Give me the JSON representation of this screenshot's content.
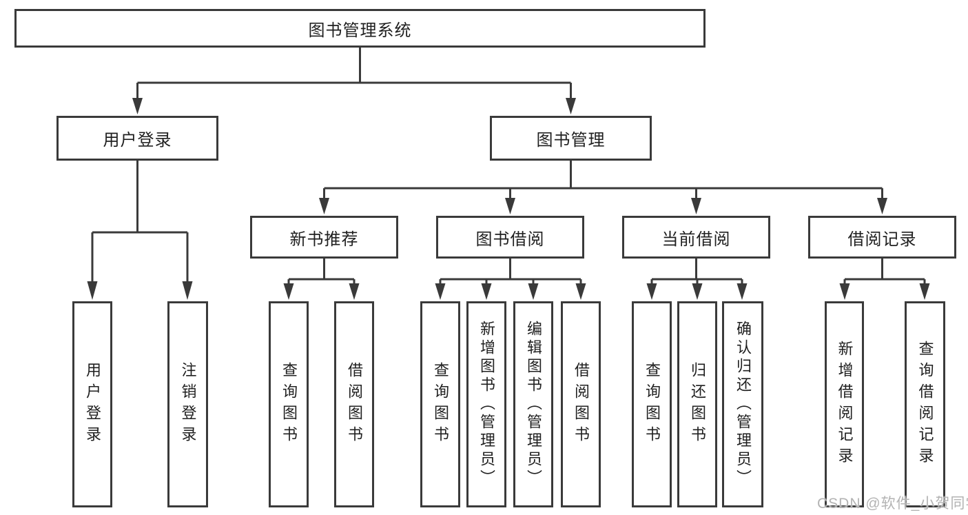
{
  "diagram": {
    "root": {
      "label": "图书管理系统"
    },
    "level2": [
      {
        "id": "user-login",
        "label": "用户登录"
      },
      {
        "id": "book-management",
        "label": "图书管理"
      }
    ],
    "level3": [
      {
        "id": "new-book-recommend",
        "label": "新书推荐"
      },
      {
        "id": "book-borrow",
        "label": "图书借阅"
      },
      {
        "id": "current-borrow",
        "label": "当前借阅"
      },
      {
        "id": "borrow-record",
        "label": "借阅记录"
      }
    ],
    "leaves": [
      {
        "parent": "user-login",
        "label": "用户登录"
      },
      {
        "parent": "user-login",
        "label": "注销登录"
      },
      {
        "parent": "new-book-recommend",
        "label": "查询图书"
      },
      {
        "parent": "new-book-recommend",
        "label": "借阅图书"
      },
      {
        "parent": "book-borrow",
        "label": "查询图书"
      },
      {
        "parent": "book-borrow",
        "label": "新增图书（管理员）"
      },
      {
        "parent": "book-borrow",
        "label": "编辑图书（管理员）"
      },
      {
        "parent": "book-borrow",
        "label": "借阅图书"
      },
      {
        "parent": "current-borrow",
        "label": "查询图书"
      },
      {
        "parent": "current-borrow",
        "label": "归还图书"
      },
      {
        "parent": "current-borrow",
        "label": "确认归还（管理员）"
      },
      {
        "parent": "borrow-record",
        "label": "新增借阅记录"
      },
      {
        "parent": "borrow-record",
        "label": "查询借阅记录"
      }
    ]
  },
  "watermark": {
    "text": "CSDN @软件_小贺同学",
    "color": "#b3b3b3"
  },
  "colors": {
    "line": "#3a3a3a",
    "text": "#1f1f1f",
    "background": "#ffffff"
  }
}
